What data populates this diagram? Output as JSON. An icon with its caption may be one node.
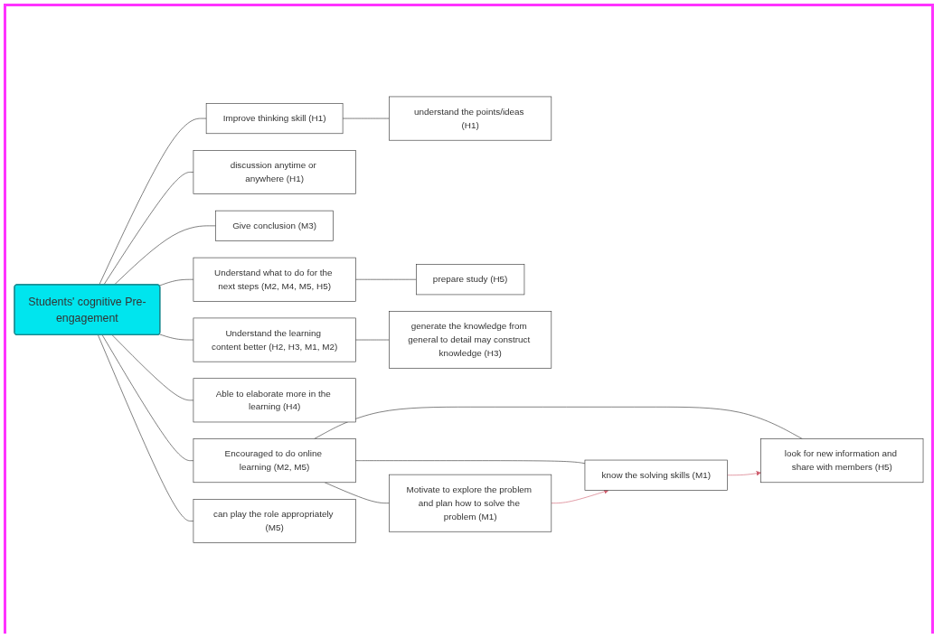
{
  "diagram": {
    "nodes": [
      {
        "text": [
          "Students' cognitive Pre-engagement"
        ]
      },
      {
        "text": [
          "Improve thinking skill (H1)"
        ]
      },
      {
        "text": [
          "understand the points/ideas (H1)"
        ]
      },
      {
        "text": [
          "discussion anytime or anywhere (H1)"
        ]
      },
      {
        "text": [
          "Give conclusion (M3)"
        ]
      },
      {
        "text": [
          "Understand what to do for the next steps (M2, M4, M5, H5)"
        ]
      },
      {
        "text": [
          "prepare study (H5)"
        ]
      },
      {
        "text": [
          "Understand the learning content better (H2, H3, M1, M2)"
        ]
      },
      {
        "text": [
          "generate the knowledge from general to detail may construct knowledge (H3)"
        ]
      },
      {
        "text": [
          "Able to elaborate more in the learning (H4)"
        ]
      },
      {
        "text": [
          "Encouraged to do online learning (M2, M5)"
        ]
      },
      {
        "text": [
          "Motivate to explore the problem and plan how to solve the problem (M1)"
        ]
      },
      {
        "text": [
          "know the solving skills (M1)"
        ]
      },
      {
        "text": [
          "look for new information and share with members (H5)"
        ]
      },
      {
        "text": [
          "can play the role appropriately (M5)"
        ]
      }
    ],
    "edges": [
      {
        "from": 0,
        "to": 1,
        "arrow": "none"
      },
      {
        "from": 0,
        "to": 3,
        "arrow": "none"
      },
      {
        "from": 0,
        "to": 4,
        "arrow": "none"
      },
      {
        "from": 0,
        "to": 5,
        "arrow": "none"
      },
      {
        "from": 0,
        "to": 7,
        "arrow": "none"
      },
      {
        "from": 0,
        "to": 9,
        "arrow": "none"
      },
      {
        "from": 0,
        "to": 10,
        "arrow": "none"
      },
      {
        "from": 0,
        "to": 14,
        "arrow": "none"
      },
      {
        "from": 1,
        "to": 2,
        "arrow": "none"
      },
      {
        "from": 5,
        "to": 6,
        "arrow": "none"
      },
      {
        "from": 7,
        "to": 8,
        "arrow": "none"
      },
      {
        "from": 10,
        "to": 11,
        "arrow": "none"
      },
      {
        "from": 10,
        "to": 12,
        "arrow": "none"
      },
      {
        "from": 10,
        "to": 13,
        "arrow": "none"
      },
      {
        "from": 11,
        "to": 12,
        "arrow": "to",
        "color": "#d06070"
      },
      {
        "from": 12,
        "to": 13,
        "arrow": "to",
        "color": "#d06070"
      }
    ]
  }
}
